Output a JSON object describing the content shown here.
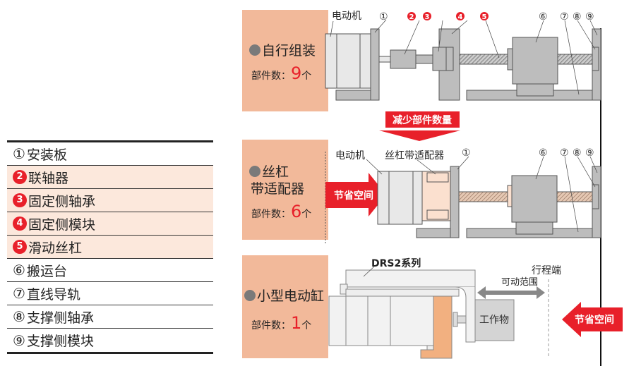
{
  "legend": [
    {
      "num": "①",
      "label": "安装板",
      "highlight": false
    },
    {
      "num": "2",
      "label": "联轴器",
      "highlight": true
    },
    {
      "num": "3",
      "label": "固定侧轴承",
      "highlight": true
    },
    {
      "num": "4",
      "label": "固定侧模块",
      "highlight": true
    },
    {
      "num": "5",
      "label": "滑动丝杠",
      "highlight": true
    },
    {
      "num": "⑥",
      "label": "搬运台",
      "highlight": false
    },
    {
      "num": "⑦",
      "label": "直线导轨",
      "highlight": false
    },
    {
      "num": "⑧",
      "label": "支撑侧轴承",
      "highlight": false
    },
    {
      "num": "⑨",
      "label": "支撑侧模块",
      "highlight": false
    }
  ],
  "configs": [
    {
      "title": "自行组装",
      "count_label": "部件数：",
      "count": "9",
      "unit": "个"
    },
    {
      "title": "丝杠",
      "title2": "带适配器",
      "count_label": "部件数：",
      "count": "6",
      "unit": "个"
    },
    {
      "title": "小型电动缸",
      "count_label": "部件数：",
      "count": "1",
      "unit": "个"
    }
  ],
  "diagram": {
    "motor": "电动机",
    "adapter": "丝杠带适配器",
    "reduce_banner": "减少部件数量",
    "save_space": "节省空间",
    "series": "DRS2系列",
    "stroke_end": "行程端",
    "movable_range": "可动范围",
    "workpiece": "工作物",
    "markers": [
      "①",
      "2",
      "3",
      "4",
      "5",
      "⑥",
      "⑦",
      "⑧",
      "⑨"
    ]
  },
  "colors": {
    "accent": "#e8202a",
    "box": "#f2b99a",
    "highlight": "#fce8dc",
    "part": "#bdbdbd"
  }
}
